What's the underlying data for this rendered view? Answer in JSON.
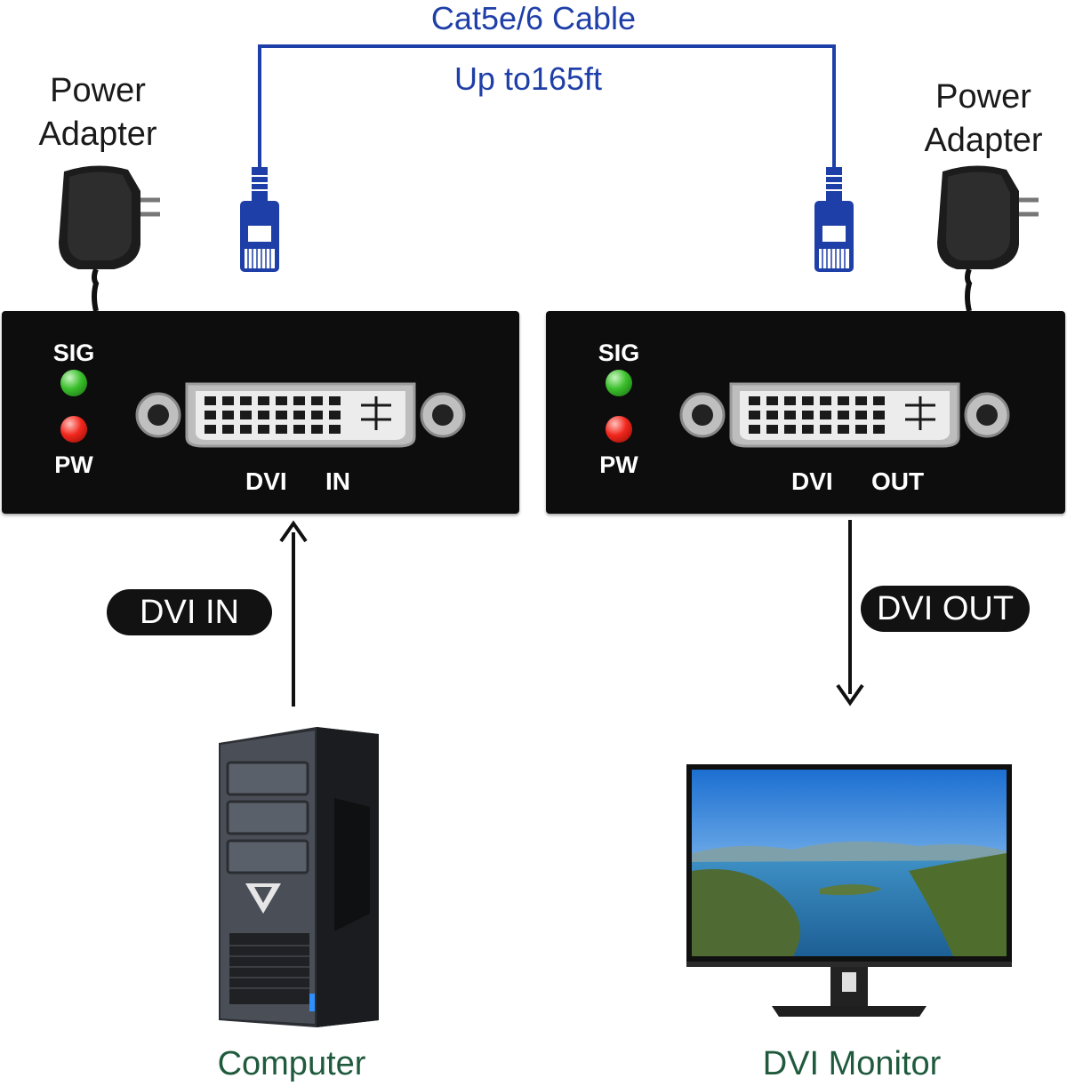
{
  "cable": {
    "name": "Cat5e/6 Cable",
    "distance": "Up to165ft"
  },
  "transmitter": {
    "power_label_line1": "Power",
    "power_label_line2": "Adapter",
    "sig_label": "SIG",
    "pw_label": "PW",
    "port_label_1": "DVI",
    "port_label_2": "IN"
  },
  "receiver": {
    "power_label_line1": "Power",
    "power_label_line2": "Adapter",
    "sig_label": "SIG",
    "pw_label": "PW",
    "port_label_1": "DVI",
    "port_label_2": "OUT"
  },
  "flow": {
    "input_pill": "DVI IN",
    "output_pill": "DVI OUT"
  },
  "devices": {
    "source": "Computer",
    "display": "DVI Monitor"
  },
  "colors": {
    "cable": "#1f3fa8",
    "caption": "#1f5a3d",
    "unit_body": "#0d0d0d",
    "led_sig": "#3bbf2c",
    "led_pw": "#f2271d"
  },
  "icons": [
    "power-adapter-icon",
    "rj45-plug-icon",
    "dvi-port-icon",
    "computer-tower-icon",
    "monitor-icon",
    "arrow-up-icon",
    "arrow-down-icon"
  ]
}
